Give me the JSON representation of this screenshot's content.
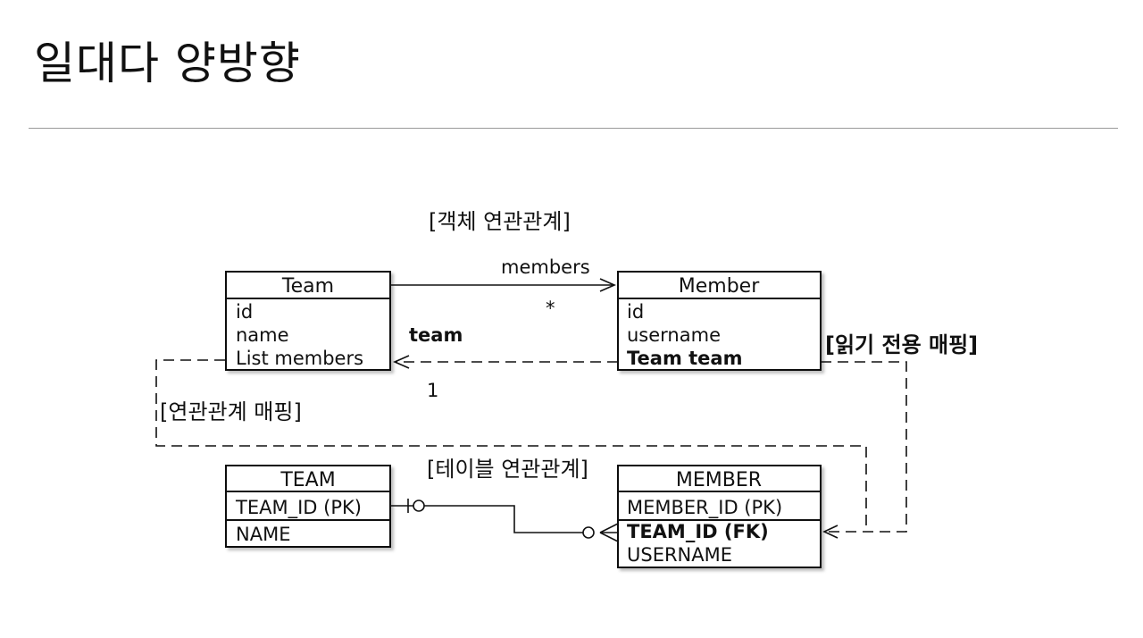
{
  "title": "일대다 양방향",
  "labels": {
    "object_relation": "[객체 연관관계]",
    "table_relation": "[테이블 연관관계]",
    "relation_mapping": "[연관관계 매핑]",
    "readonly_mapping": "[읽기 전용 매핑]",
    "members": "members",
    "team": "team",
    "many": "*",
    "one": "1"
  },
  "entities": {
    "team": {
      "name": "Team",
      "fields": [
        "id",
        "name",
        "List members"
      ]
    },
    "member": {
      "name": "Member",
      "fields": [
        "id",
        "username",
        "Team team"
      ]
    }
  },
  "tables": {
    "team": {
      "name": "TEAM",
      "pk": "TEAM_ID (PK)",
      "cols": [
        "NAME"
      ]
    },
    "member": {
      "name": "MEMBER",
      "pk": "MEMBER_ID (PK)",
      "fk": "TEAM_ID (FK)",
      "cols": [
        "USERNAME"
      ]
    }
  },
  "colors": {
    "line": "#111111",
    "shadow": "#bfbfbf",
    "rule": "#9a9a9a"
  }
}
